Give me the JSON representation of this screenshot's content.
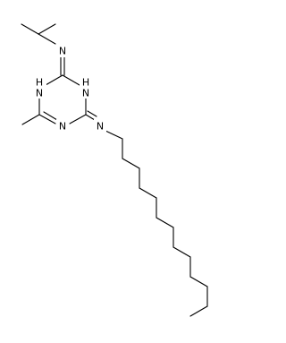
{
  "diagram": {
    "type": "chemical-structure",
    "atoms": {
      "n_top": "N",
      "nh_left": "H",
      "n_left": "N",
      "nh_right": "H",
      "n_right": "N",
      "n_bottom": "N",
      "n_side": "N"
    },
    "colors": {
      "bond": "#000000",
      "label": "#000000",
      "background": "#ffffff"
    }
  }
}
